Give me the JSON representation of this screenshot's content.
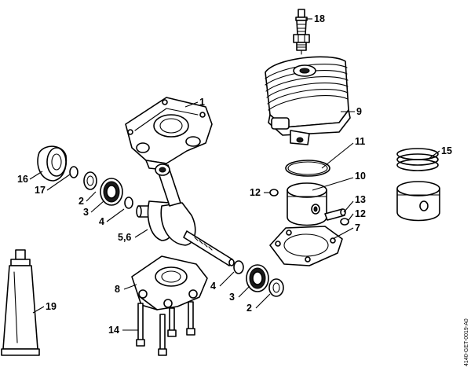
{
  "callouts": {
    "c1": "1",
    "c2a": "2",
    "c2b": "2",
    "c3a": "3",
    "c3b": "3",
    "c4a": "4",
    "c4b": "4",
    "c56": "5,6",
    "c7": "7",
    "c8": "8",
    "c9": "9",
    "c10": "10",
    "c11": "11",
    "c12a": "12",
    "c12b": "12",
    "c13": "13",
    "c14": "14",
    "c15": "15",
    "c16": "16",
    "c17": "17",
    "c18": "18",
    "c19": "19"
  },
  "drawing_code": "4140-GET-0019-A0"
}
